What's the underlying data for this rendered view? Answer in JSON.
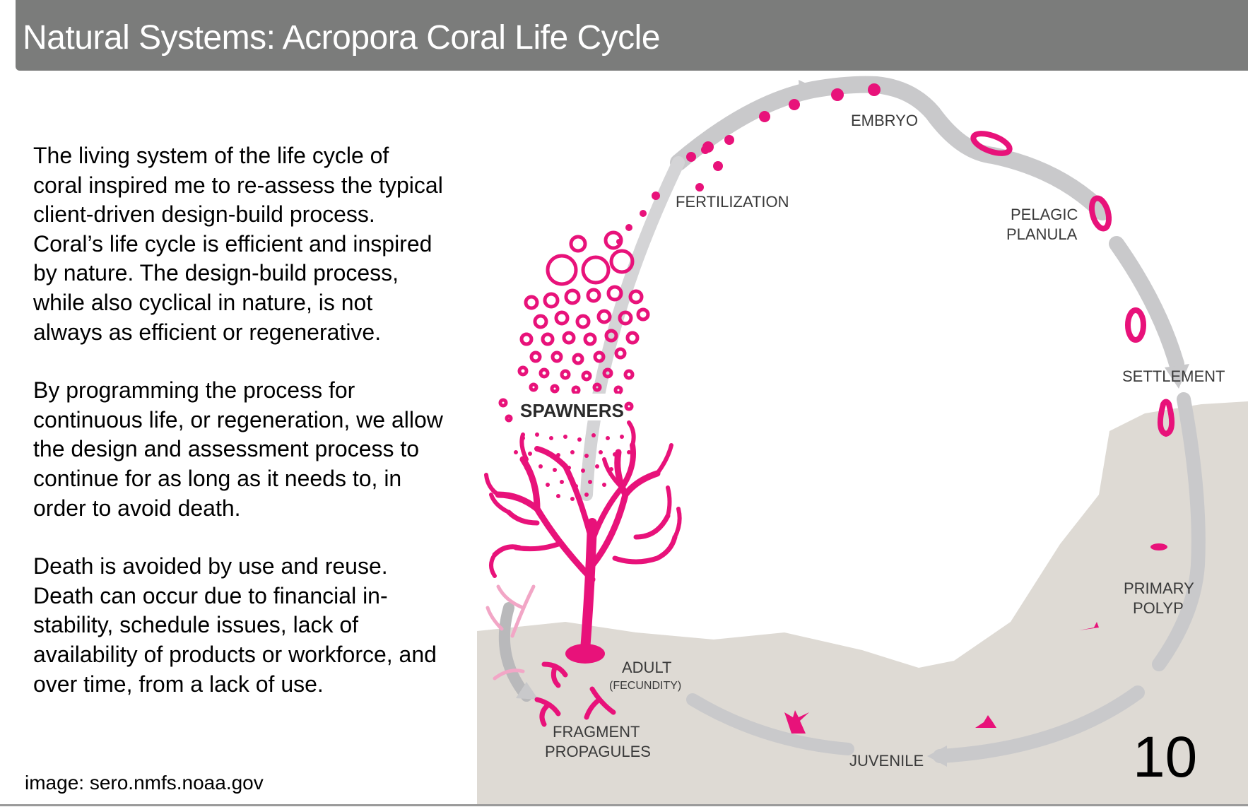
{
  "slide": {
    "title": "Natural Systems: Acropora Coral Life Cycle",
    "paragraphs": [
      "The living system of the life cycle of coral inspired me to re-assess the typical client-driven design-build process. Coral’s life cycle is efficient and inspired by nature. The design-build process, while also cyclical in nature, is not always as efficient or regenerative.",
      "By programming the process for continuous life, or regeneration, we allow the design and assessment process to continue for as long as it needs to, in order to avoid death.",
      "Death is avoided by use and reuse. Death can occur due to financial in-stability, schedule issues, lack of availability of products or workforce, and over time, from a lack of use."
    ],
    "credit": "image: sero.nmfs.noaa.gov",
    "page_number": "10"
  },
  "diagram": {
    "stages": {
      "embryo": "EMBRYO",
      "fertilization": "FERTILIZATION",
      "pelagic_1": "PELAGIC",
      "pelagic_2": "PLANULA",
      "settlement": "SETTLEMENT",
      "primary_1": "PRIMARY",
      "primary_2": "POLYP",
      "juvenile": "JUVENILE",
      "fragment_1": "FRAGMENT",
      "fragment_2": "PROPAGULES",
      "adult": "ADULT",
      "adult_sub": "(FECUNDITY)",
      "spawners": "SPAWNERS"
    },
    "colors": {
      "coral": "#e8127a",
      "arrow": "#c9c9cb",
      "seabed": "#dedad4",
      "header": "#7b7c7b"
    }
  }
}
